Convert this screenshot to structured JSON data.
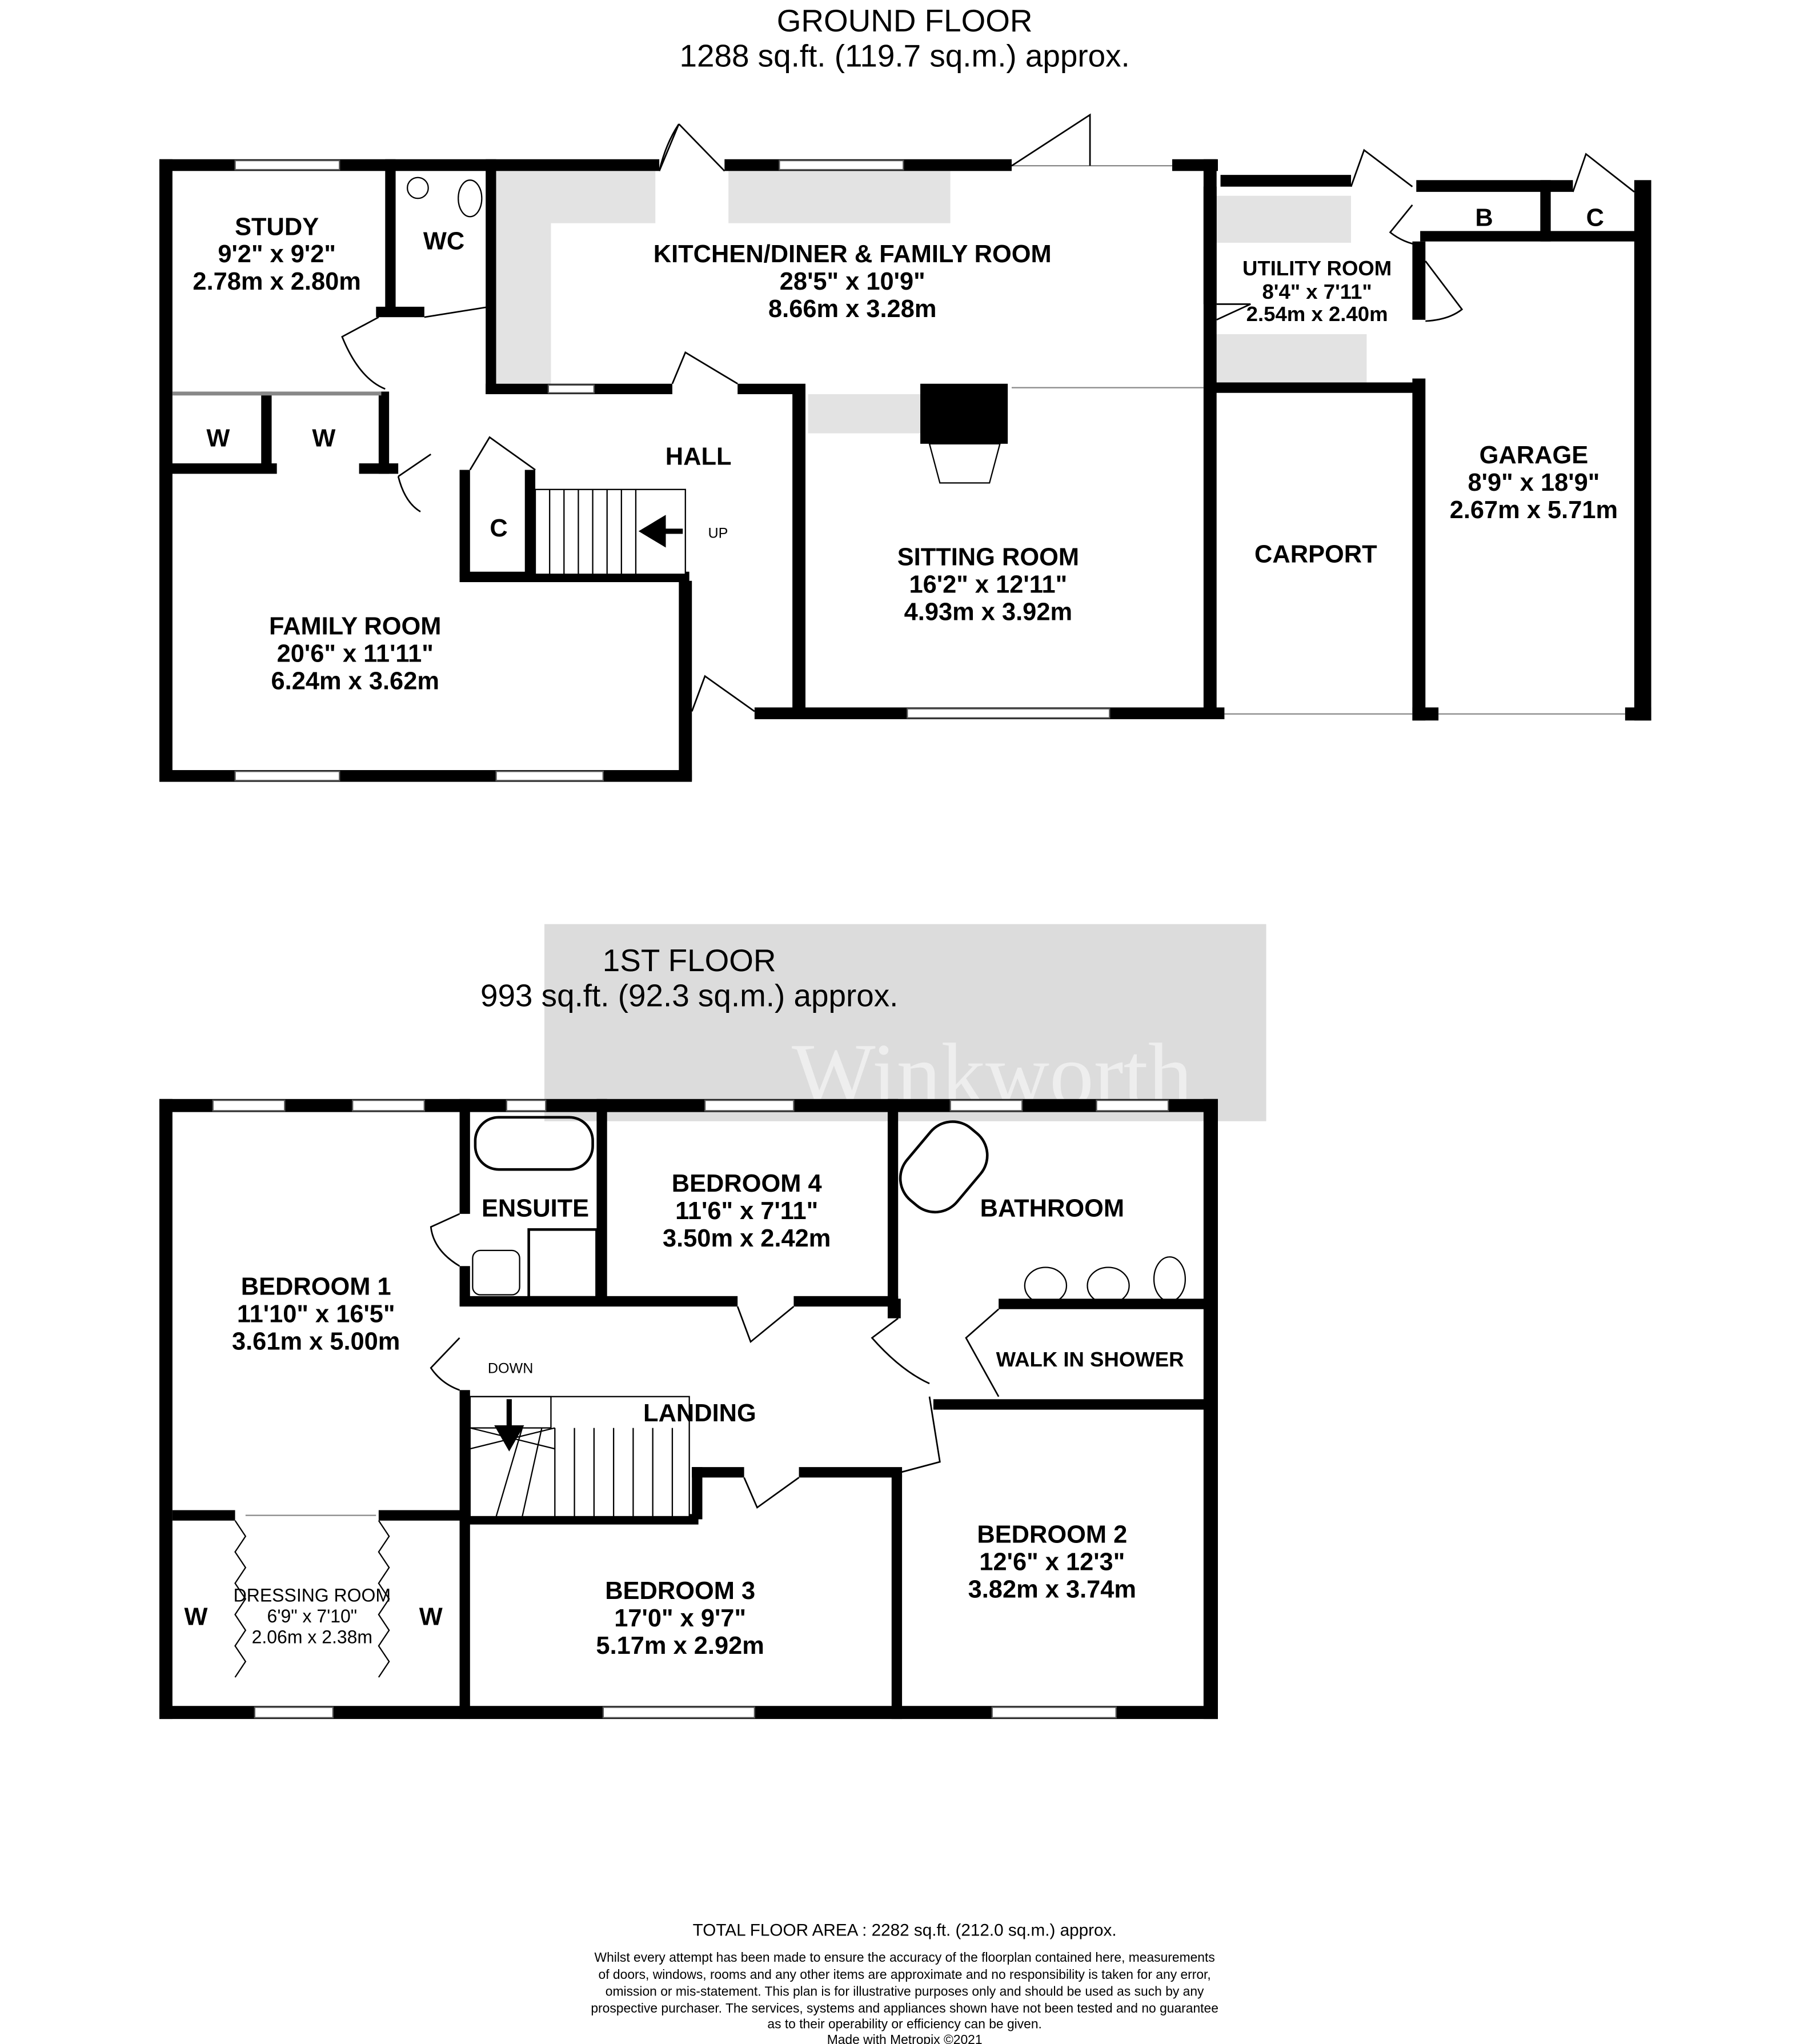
{
  "ground_floor": {
    "title": "GROUND FLOOR",
    "area": "1288 sq.ft. (119.7 sq.m.) approx.",
    "rooms": [
      {
        "name": "STUDY",
        "imperial": "9'2\"  x 9'2\"",
        "metric": "2.78m  x 2.80m"
      },
      {
        "name": "WC"
      },
      {
        "name": "KITCHEN/DINER & FAMILY ROOM",
        "imperial": "28'5\"  x 10'9\"",
        "metric": "8.66m  x 3.28m"
      },
      {
        "name": "UTILITY ROOM",
        "imperial": "8'4\"  x 7'11\"",
        "metric": "2.54m  x 2.40m"
      },
      {
        "name": "B"
      },
      {
        "name": "C"
      },
      {
        "name": "W"
      },
      {
        "name": "W"
      },
      {
        "name": "HALL"
      },
      {
        "name": "C"
      },
      {
        "name": "UP"
      },
      {
        "name": "SITTING ROOM",
        "imperial": "16'2\"  x 12'11\"",
        "metric": "4.93m  x 3.92m"
      },
      {
        "name": "CARPORT"
      },
      {
        "name": "GARAGE",
        "imperial": "8'9\"  x 18'9\"",
        "metric": "2.67m  x 5.71m"
      },
      {
        "name": "FAMILY ROOM",
        "imperial": "20'6\"  x 11'11\"",
        "metric": "6.24m  x 3.62m"
      }
    ]
  },
  "first_floor": {
    "title": "1ST FLOOR",
    "area": "993 sq.ft. (92.3 sq.m.) approx.",
    "rooms": [
      {
        "name": "BEDROOM 1",
        "imperial": "11'10\"  x 16'5\"",
        "metric": "3.61m  x 5.00m"
      },
      {
        "name": "ENSUITE"
      },
      {
        "name": "BEDROOM 4",
        "imperial": "11'6\"  x 7'11\"",
        "metric": "3.50m  x 2.42m"
      },
      {
        "name": "BATHROOM"
      },
      {
        "name": "WALK IN SHOWER"
      },
      {
        "name": "DOWN"
      },
      {
        "name": "LANDING"
      },
      {
        "name": "BEDROOM 2",
        "imperial": "12'6\"  x 12'3\"",
        "metric": "3.82m  x 3.74m"
      },
      {
        "name": "BEDROOM 3",
        "imperial": "17'0\"  x 9'7\"",
        "metric": "5.17m  x 2.92m"
      },
      {
        "name": "DRESSING ROOM",
        "imperial": "6'9\"  x 7'10\"",
        "metric": "2.06m  x 2.38m"
      },
      {
        "name": "W"
      },
      {
        "name": "W"
      }
    ]
  },
  "watermark": "Winkworth",
  "footer": {
    "total": "TOTAL FLOOR AREA : 2282 sq.ft. (212.0 sq.m.) approx.",
    "disclaimer": [
      "Whilst every attempt has been made to ensure the accuracy of the floorplan contained here, measurements",
      "of doors, windows, rooms and any other items are approximate and no responsibility is taken for any error,",
      "omission or mis-statement. This plan is for illustrative purposes only and should be used as such by any",
      "prospective purchaser. The services, systems and appliances shown have not been tested and no guarantee",
      "as to their operability or efficiency can be given."
    ],
    "credit": "Made with Metropix ©2021"
  }
}
